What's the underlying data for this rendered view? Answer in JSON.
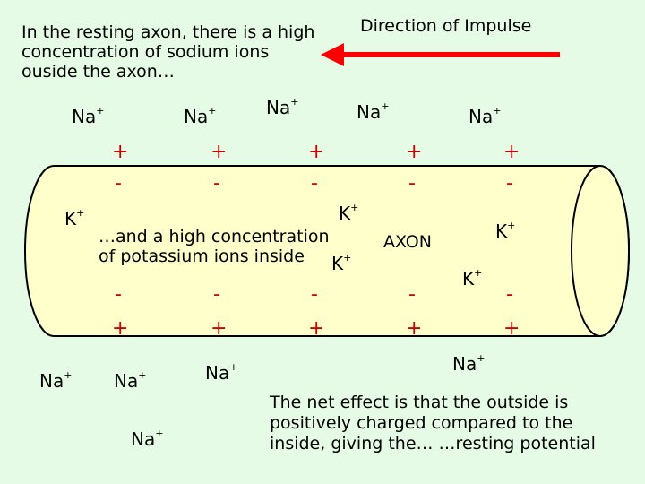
{
  "intro_text": [
    "In the resting axon, there is a high",
    "concentration of sodium ions",
    "ouside the axon…"
  ],
  "direction_label": "Direction of Impulse",
  "colors": {
    "background": "#e6fbe6",
    "axon_fill": "#ffffcc",
    "sign_red": "#cc0000",
    "arrow_red": "#ff0000"
  },
  "ion_symbols": {
    "na": "Na",
    "k": "K",
    "charge": "+"
  },
  "signs": {
    "plus": "+",
    "minus": "-"
  },
  "inside_text": [
    "…and a high concentration",
    "of potassium ions inside"
  ],
  "axon_label": "AXON",
  "net_effect_text": [
    "The net effect is that the outside is",
    "positively charged compared to the",
    "inside, giving the… …resting potential"
  ]
}
